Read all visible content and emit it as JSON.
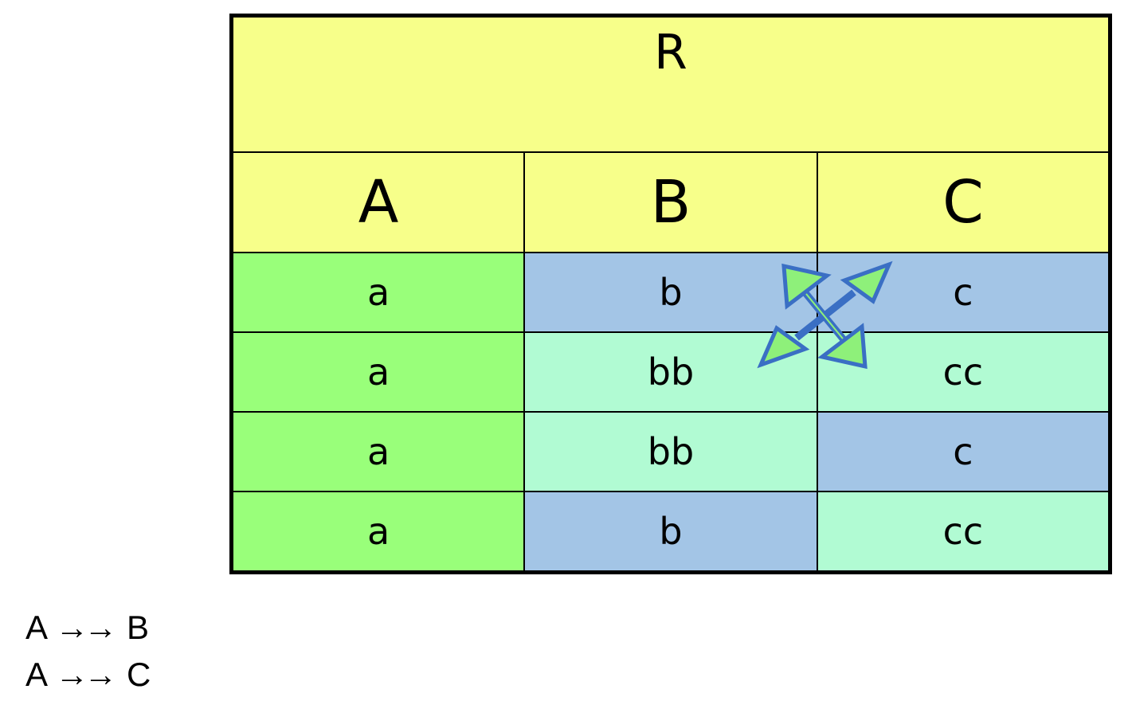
{
  "relation": {
    "title": "R",
    "columns": [
      "A",
      "B",
      "C"
    ],
    "rows": [
      [
        "a",
        "b",
        "c"
      ],
      [
        "a",
        "bb",
        "cc"
      ],
      [
        "a",
        "bb",
        "c"
      ],
      [
        "a",
        "b",
        "cc"
      ]
    ],
    "colors": {
      "header": "#f7ff8a",
      "column_a": "#99ff7a",
      "blue_cell": "#a3c5e6",
      "mint_cell": "#b1fbd3",
      "arrow_fill": "#8ef07a",
      "arrow_stroke": "#3a6fc4"
    }
  },
  "swap_icon": "swap-arrows-icon",
  "dependencies": [
    {
      "lhs": "A",
      "arrow": "→→",
      "rhs": "B"
    },
    {
      "lhs": "A",
      "arrow": "→→",
      "rhs": "C"
    }
  ]
}
